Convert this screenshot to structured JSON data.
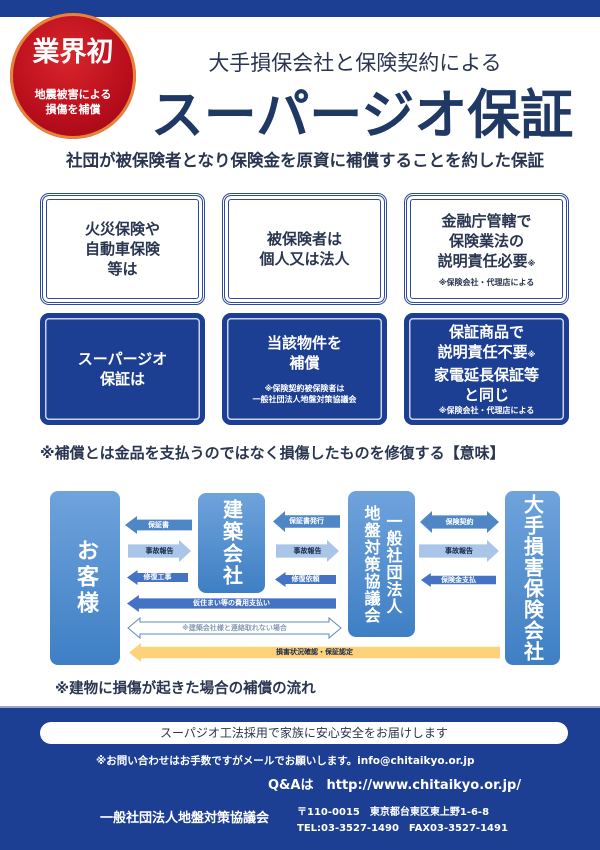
{
  "badge": {
    "headline": "業界初",
    "sub_line1": "地震被害による",
    "sub_line2": "損傷を補償"
  },
  "header": {
    "subtitle": "大手損保会社と保険契約による",
    "title": "スーパージオ保証",
    "lead": "社団が被保険者となり保険金を原資に補償することを約した保証"
  },
  "comparison": {
    "conventional": [
      {
        "main": "火災保険や\n自動車保険\n等は"
      },
      {
        "main": "被保険者は\n個人又は法人"
      },
      {
        "main": "金融庁管轄で\n保険業法の\n説明責任必要",
        "mark": "※",
        "note": "※保険会社・代理店による"
      }
    ],
    "supergeo": [
      {
        "main": "スーパージオ\n保証は"
      },
      {
        "main": "当該物件を\n補償",
        "note": "※保険契約被保険者は\n一般社団法人地盤対策協議会"
      },
      {
        "main": "保証商品で\n説明責任不要",
        "mark": "※",
        "main2": "家電延長保証等\nと同じ",
        "note": "※保険会社・代理店による"
      }
    ]
  },
  "note_compensation": "※補償とは金品を支払うのではなく損傷したものを修復する【意味】",
  "flow": {
    "entities": {
      "customer": "お客様",
      "builder": "建築会社",
      "assoc_line1": "一般社団法人",
      "assoc_line2": "地盤対策協議会",
      "insurer": "大手損害保険会社"
    },
    "arrows": [
      "保証書",
      "事故報告",
      "修復工事",
      "保証書発行",
      "事故報告",
      "修復依頼",
      "仮住まい等の費用支払い",
      "※建築会社様と連絡取れない場合",
      "保険契約",
      "事故報告",
      "保険金支払",
      "損害状況確認・保証認定"
    ],
    "caption": "※建物に損傷が起きた場合の補償の流れ"
  },
  "footer": {
    "slogan": "スーパジオ工法採用で家族に安心安全をお届けします",
    "contact_note": "※お問い合わせはお手数ですがメールでお願いします。info@chitaikyo.or.jp",
    "qa_label": "Q&Aは",
    "qa_url": "http://www.chitaikyo.or.jp/",
    "org": "一般社団法人地盤対策協議会",
    "address": "〒110-0015　東京都台東区東上野1-6-8",
    "phone": "TEL:03-3527-1490　FAX03-3527-1491"
  },
  "colors": {
    "brand": "#1c3f94",
    "title": "#1f3864",
    "badge": "#c0101e",
    "gold": "#fdd27a"
  }
}
